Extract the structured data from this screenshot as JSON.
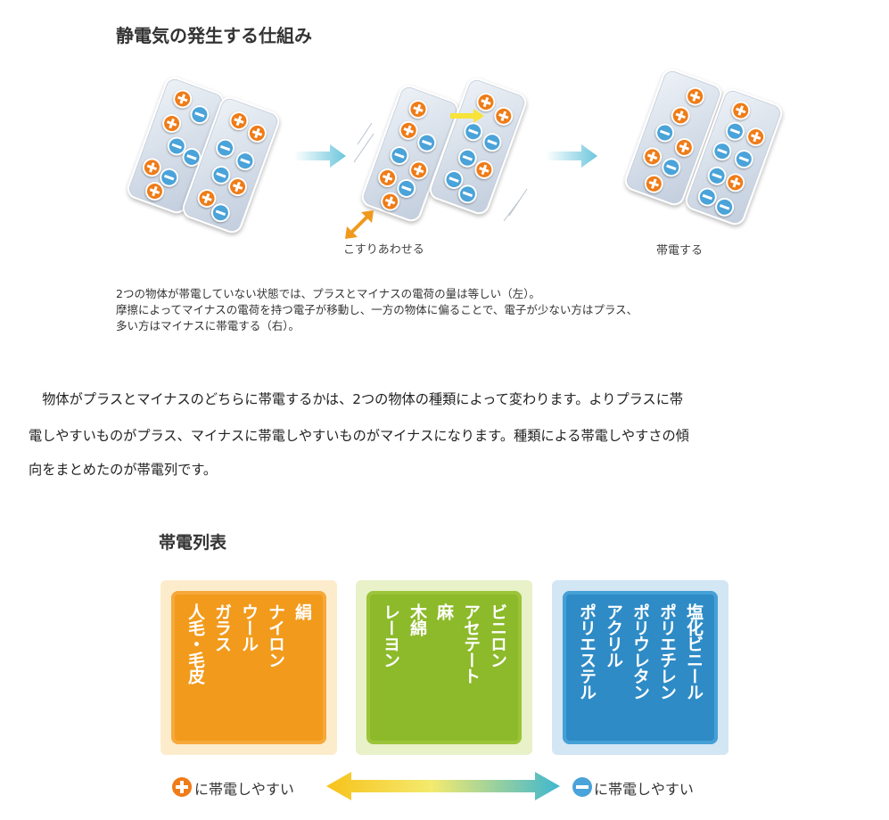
{
  "mechanism": {
    "title": "静電気の発生する仕組み",
    "caption_rub": "こすりあわせる",
    "caption_charged": "帯電する",
    "description": [
      "2つの物体が帯電していない状態では、プラスとマイナスの電荷の量は等しい（左）。",
      "摩擦によってマイナスの電荷を持つ電子が移動し、一方の物体に偏ることで、電子が少ない方はプラス、",
      "多い方はマイナスに帯電する（右）。"
    ]
  },
  "paragraph": [
    "　物体がプラスとマイナスのどちらに帯電するかは、2つの物体の種類によって変わります。よりプラスに帯",
    "電しやすいものがプラス、マイナスに帯電しやすいものがマイナスになります。種類による帯電しやすさの傾",
    "向をまとめたのが帯電列です。"
  ],
  "series": {
    "title": "帯電列表",
    "groups": [
      {
        "items": [
          "絹",
          "ナイロン",
          "ウール",
          "ガラス",
          "人毛・毛皮"
        ],
        "color": "#f29a1c"
      },
      {
        "items": [
          "ビニロン",
          "アセテート",
          "麻",
          "木綿",
          "レーヨン"
        ],
        "color": "#8cba2a"
      },
      {
        "items": [
          "塩化ビニール",
          "ポリエチレン",
          "ポリウレタン",
          "アクリル",
          "ポリエステル"
        ],
        "color": "#2e8bc6"
      }
    ],
    "legend_plus": "に帯電しやすい",
    "legend_minus": "に帯電しやすい",
    "legend_plus_icon": "plus-circle-icon",
    "legend_minus_icon": "minus-circle-icon"
  },
  "colors": {
    "plus": "#ef7c18",
    "minus": "#4aa3d9",
    "arrow": "#6cc6dd",
    "move_arrow": "#f7e33a"
  }
}
